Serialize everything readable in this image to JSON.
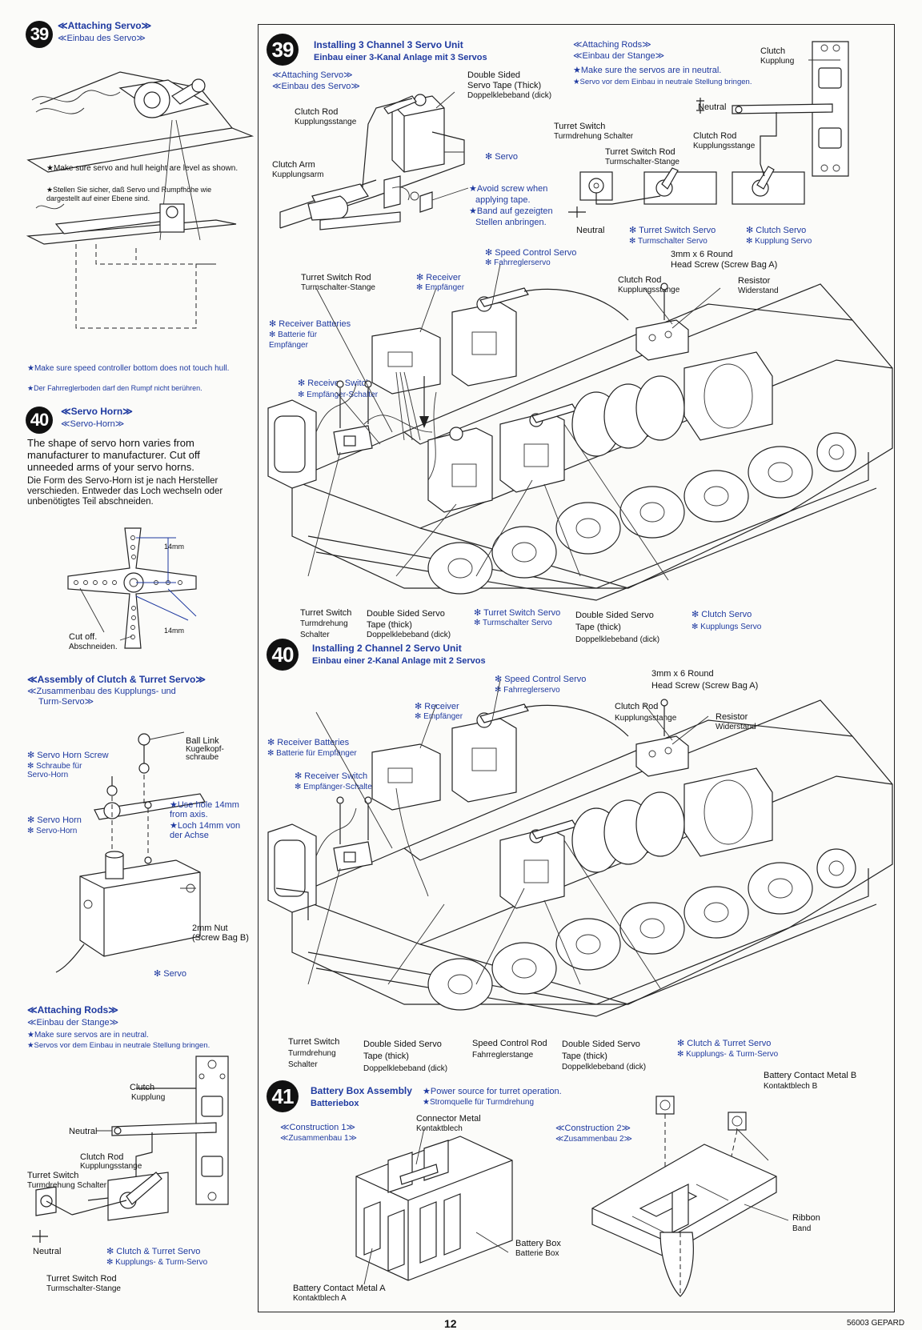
{
  "left": {
    "step39": {
      "number": "39",
      "title": "≪Attaching Servo≫",
      "title_de": "≪Einbau des Servo≫",
      "note1_en": "★Make sure servo and hull height are level as shown.",
      "note1_de": "★Stellen Sie sicher, daß Servo und Rumpfhöhe wie dargestellt auf einer Ebene sind.",
      "note2_en": "★Make sure speed controller bottom does not touch hull.",
      "note2_de": "★Der Fahrreglerboden darf den Rumpf nicht berühren."
    },
    "step40": {
      "number": "40",
      "title": "≪Servo Horn≫",
      "title_de": "≪Servo-Horn≫",
      "para_en": "The shape of servo horn varies from manufacturer to manufacturer. Cut off unneeded arms of your servo horns.",
      "para_de": "Die Form des Servo-Horn ist je nach Hersteller verschieden. Entweder das Loch wechseln oder unbenötigtes Teil abschneiden.",
      "dim1": "14mm",
      "dim2": "14mm",
      "cut_en": "Cut off.",
      "cut_de": "Abschneiden."
    },
    "assembly": {
      "title_en": "≪Assembly of Clutch & Turret Servo≫",
      "title_de1": "≪Zusammenbau des Kupplungs- und",
      "title_de2": "Turm-Servo≫",
      "ball_link_en": "Ball Link",
      "ball_link_de": "Kugelkopf-schraube",
      "horn_screw_en": "✻ Servo Horn Screw",
      "horn_screw_de": "✻ Schraube für Servo-Horn",
      "use_hole_en": "★Use hole 14mm from axis.",
      "use_hole_de": "★Loch 14mm von der Achse",
      "horn_en": "✻ Servo Horn",
      "horn_de": "✻ Servo-Horn",
      "nut": "2mm Nut",
      "nut_bag": "(Screw Bag B)",
      "servo": "✻ Servo"
    },
    "rods": {
      "title_en": "≪Attaching Rods≫",
      "title_de": "≪Einbau der Stange≫",
      "note_en": "★Make sure servos are in neutral.",
      "note_de": "★Servos vor dem Einbau in neutrale Stellung bringen.",
      "clutch_en": "Clutch",
      "clutch_de": "Kupplung",
      "neutral": "Neutral",
      "clutch_rod_en": "Clutch Rod",
      "clutch_rod_de": "Kupplungsstange",
      "turret_switch_en": "Turret Switch",
      "turret_switch_de": "Turmdrehung Schalter",
      "neutral2": "Neutral",
      "servo_en": "✻ Clutch & Turret Servo",
      "servo_de": "✻ Kupplungs- & Turm-Servo",
      "switch_rod_en": "Turret Switch Rod",
      "switch_rod_de": "Turmschalter-Stange"
    }
  },
  "right": {
    "step39": {
      "number": "39",
      "title_en": "Installing 3 Channel 3 Servo Unit",
      "title_de": "Einbau einer 3-Kanal Anlage mit 3 Servos",
      "attaching_servo_en": "≪Attaching Servo≫",
      "attaching_servo_de": "≪Einbau des Servo≫",
      "dst_en": "Double Sided",
      "dst_en2": "Servo Tape (Thick)",
      "dst_de": "Doppelklebeband (dick)",
      "clutch_rod_en": "Clutch Rod",
      "clutch_rod_de": "Kupplungsstange",
      "clutch_arm_en": "Clutch Arm",
      "clutch_arm_de": "Kupplungsarm",
      "servo": "✻ Servo",
      "avoid_en1": "★Avoid screw when",
      "avoid_en2": "applying tape.",
      "avoid_de1": "★Band auf gezeigten",
      "avoid_de2": "Stellen anbringen.",
      "rods_en": "≪Attaching Rods≫",
      "rods_de": "≪Einbau der Stange≫",
      "neutral_note_en": "★Make sure the servos are in neutral.",
      "neutral_note_de": "★Servo vor dem Einbau in neutrale Stellung bringen.",
      "clutch_en": "Clutch",
      "clutch_de": "Kupplung",
      "neutral_a": "Neutral",
      "turret_switch_en": "Turret Switch",
      "turret_switch_de": "Turmdrehung Schalter",
      "clutch_rod2_en": "Clutch Rod",
      "clutch_rod2_de": "Kupplungsstange",
      "switch_rod_en": "Turret Switch Rod",
      "switch_rod_de": "Turmschalter-Stange",
      "neutral_b": "Neutral",
      "ts_servo_en": "✻ Turret Switch Servo",
      "ts_servo_de": "✻ Turmschalter Servo",
      "cl_servo_en": "✻ Clutch Servo",
      "cl_servo_de": "✻ Kupplung Servo",
      "speed_servo_en": "✻ Speed Control Servo",
      "speed_servo_de": "✻ Fahrreglerservo",
      "screw_en": "3mm x 6 Round",
      "screw_en2": "Head Screw (Screw Bag A)",
      "tsr_en": "Turret Switch Rod",
      "tsr_de": "Turmschalter-Stange",
      "receiver_en": "✻ Receiver",
      "receiver_de": "✻ Empfänger",
      "clutch_rod3_en": "Clutch Rod",
      "clutch_rod3_de": "Kupplungsstange",
      "resistor_en": "Resistor",
      "resistor_de": "Widerstand",
      "batteries_en": "✻ Receiver Batteries",
      "batteries_de": "✻ Batterie für Empfänger",
      "rswitch_en": "✻ Receiver Switch",
      "rswitch_de": "✻ Empfänger-Schalter",
      "b_ts_en": "Turret Switch",
      "b_ts_de": "Turmdrehung Schalter",
      "b_dst_en": "Double Sided Servo Tape (thick)",
      "b_dst_de": "Doppelklebeband (dick)",
      "b_tss_en": "✻ Turret Switch Servo",
      "b_tss_de": "✻ Turmschalter Servo",
      "b_dst2_en": "Double Sided Servo Tape (thick)",
      "b_dst2_de": "Doppelklebeband (dick)",
      "b_cs_en": "✻ Clutch Servo",
      "b_cs_de": "✻ Kupplungs Servo"
    },
    "step40": {
      "number": "40",
      "title_en": "Installing 2 Channel 2 Servo Unit",
      "title_de": "Einbau einer 2-Kanal Anlage mit 2 Servos",
      "speed_servo_en": "✻ Speed Control Servo",
      "speed_servo_de": "✻ Fahrreglerservo",
      "screw_en": "3mm x 6 Round",
      "screw_en2": "Head Screw (Screw Bag A)",
      "receiver_en": "✻ Receiver",
      "receiver_de": "✻ Empfänger",
      "clutch_rod_en": "Clutch Rod",
      "clutch_rod_de": "Kupplungsstange",
      "resistor_en": "Resistor",
      "resistor_de": "Widerstand",
      "batteries_en": "✻ Receiver Batteries",
      "batteries_de": "✻ Batterie für Empfänger",
      "rswitch_en": "✻ Receiver Switch",
      "rswitch_de": "✻ Empfänger-Schalter",
      "b_ts_en": "Turret Switch",
      "b_ts_de": "Turmdrehung Schalter",
      "b_dst_en": "Double Sided Servo Tape (thick)",
      "b_dst_de": "Doppelklebeband (dick)",
      "b_sr_en": "Speed Control Rod",
      "b_sr_de": "Fahrreglerstange",
      "b_dst2_en": "Double Sided Servo Tape (thick)",
      "b_dst2_de": "Doppelklebeband (dick)",
      "b_cts_en": "✻ Clutch & Turret Servo",
      "b_cts_de": "✻ Kupplungs- & Turm-Servo"
    },
    "step41": {
      "number": "41",
      "title_en": "Battery Box Assembly",
      "title_de": "Batteriebox",
      "power_en": "★Power source for turret operation.",
      "power_de": "★Stromquelle für Turmdrehung",
      "con1_en": "≪Construction 1≫",
      "con1_de": "≪Zusammenbau 1≫",
      "connector_en": "Connector Metal",
      "connector_de": "Kontaktblech",
      "con2_en": "≪Construction 2≫",
      "con2_de": "≪Zusammenbau 2≫",
      "bcmb_en": "Battery Contact Metal B",
      "bcmb_de": "Kontaktblech B",
      "ribbon_en": "Ribbon",
      "ribbon_de": "Band",
      "box_en": "Battery Box",
      "box_de": "Batterie Box",
      "bcma_en": "Battery Contact Metal A",
      "bcma_de": "Kontaktblech A"
    }
  },
  "footer": {
    "page_number": "12",
    "code": "56003 GEPARD"
  }
}
